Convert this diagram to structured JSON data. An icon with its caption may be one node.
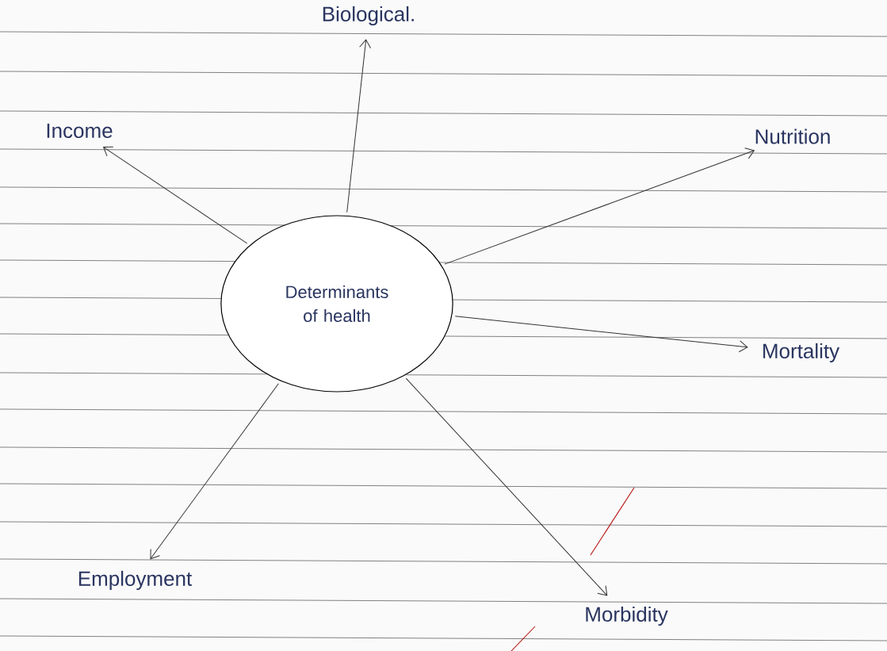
{
  "diagram": {
    "nodes": [
      {
        "text": [
          "Determinants of health"
        ]
      },
      {
        "text": [
          "Biological."
        ]
      },
      {
        "text": [
          "Income"
        ]
      },
      {
        "text": [
          "Nutrition"
        ]
      },
      {
        "text": [
          "Mortality"
        ]
      },
      {
        "text": [
          "Employment"
        ]
      },
      {
        "text": [
          "Morbidity"
        ]
      }
    ],
    "edges": [
      {
        "from": 0,
        "to": 1,
        "arrow": "to"
      },
      {
        "from": 0,
        "to": 2,
        "arrow": "to"
      },
      {
        "from": 0,
        "to": 3,
        "arrow": "to"
      },
      {
        "from": 0,
        "to": 4,
        "arrow": "to"
      },
      {
        "from": 0,
        "to": 5,
        "arrow": "to"
      },
      {
        "from": 0,
        "to": 6,
        "arrow": "to"
      }
    ]
  }
}
